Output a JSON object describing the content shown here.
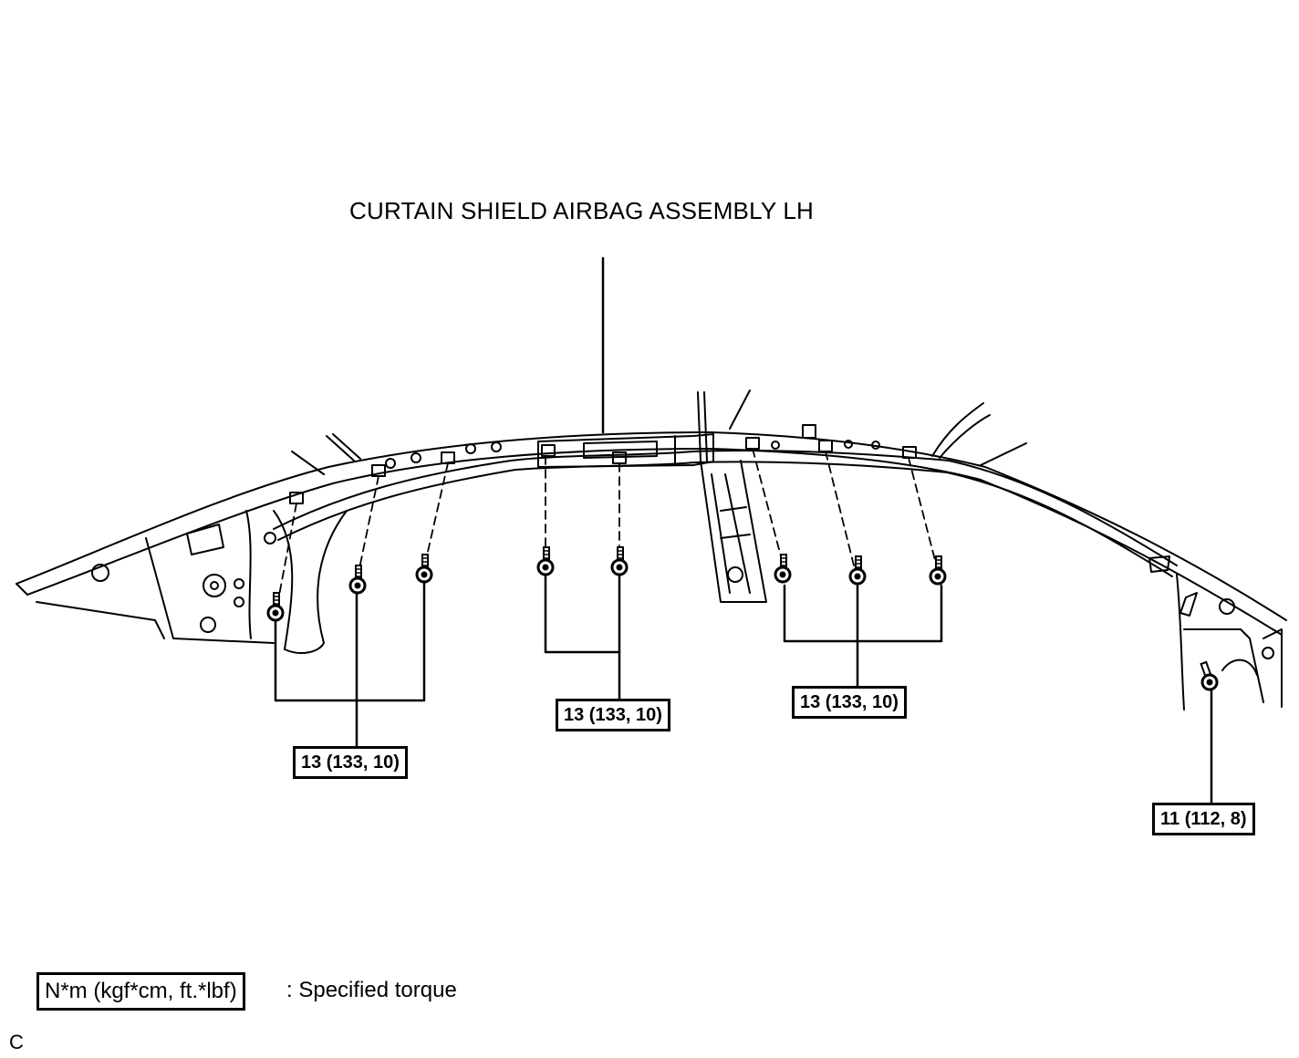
{
  "title": "CURTAIN SHIELD AIRBAG ASSEMBLY LH",
  "torque_labels": [
    "13 (133, 10)",
    "13 (133, 10)",
    "13 (133, 10)",
    "11 (112, 8)"
  ],
  "legend": {
    "unit": "N*m (kgf*cm, ft.*lbf)",
    "description": ": Specified torque"
  },
  "illustration_code": "C"
}
